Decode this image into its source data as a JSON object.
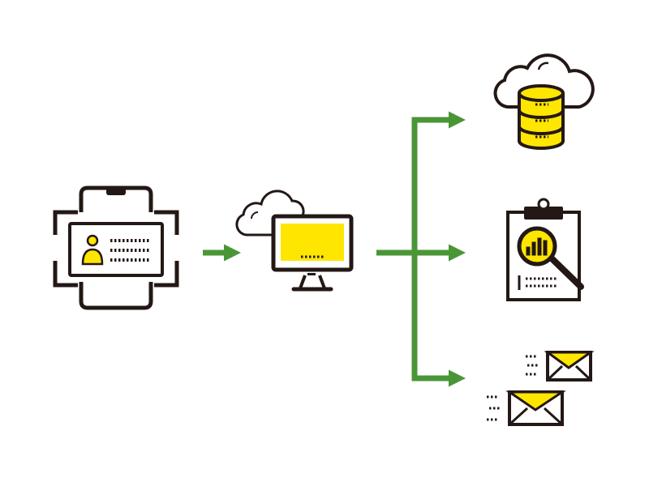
{
  "colors": {
    "arrow": "#4a9637",
    "accent": "#ffe600",
    "outline": "#231815",
    "background": "#ffffff"
  },
  "nodes": [
    {
      "id": "id-card-scan",
      "icon": "phone-id-card-scan-icon"
    },
    {
      "id": "cloud-computer",
      "icon": "cloud-computer-icon"
    },
    {
      "id": "cloud-database",
      "icon": "cloud-database-icon"
    },
    {
      "id": "analysis-report",
      "icon": "clipboard-analytics-icon"
    },
    {
      "id": "email-notification",
      "icon": "email-icon"
    }
  ],
  "edges": [
    {
      "from": "id-card-scan",
      "to": "cloud-computer"
    },
    {
      "from": "cloud-computer",
      "to": "cloud-database"
    },
    {
      "from": "cloud-computer",
      "to": "analysis-report"
    },
    {
      "from": "cloud-computer",
      "to": "email-notification"
    }
  ]
}
